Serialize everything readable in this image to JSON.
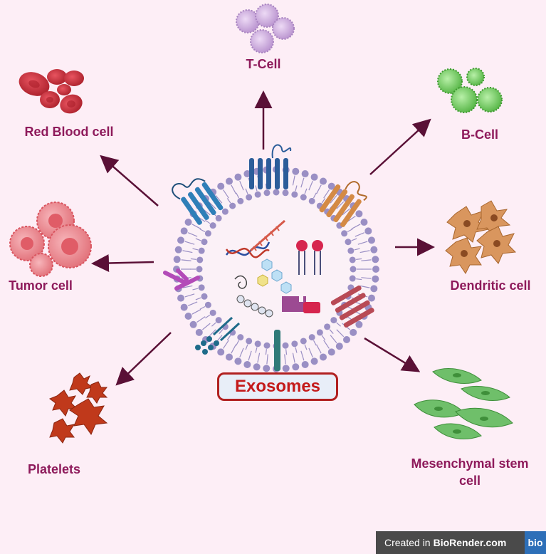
{
  "center": {
    "label": "Exosomes"
  },
  "targets": [
    {
      "id": "t-cell",
      "label": "T-Cell"
    },
    {
      "id": "b-cell",
      "label": "B-Cell"
    },
    {
      "id": "dendritic",
      "label": "Dendritic cell"
    },
    {
      "id": "msc",
      "label_line1": "Mesenchymal stem",
      "label_line2": "cell"
    },
    {
      "id": "platelets",
      "label": "Platelets"
    },
    {
      "id": "tumor",
      "label": "Tumor cell"
    },
    {
      "id": "rbc",
      "label": "Red Blood cell"
    }
  ],
  "credit": {
    "prefix": "Created in",
    "brand": "BioRender.com",
    "logo": "bio"
  },
  "colors": {
    "background": "#fdeef6",
    "label": "#8e1a5b",
    "arrow": "#5a1036",
    "membrane": "#9a8fc4",
    "exosome_label": "#c41a1a",
    "t_cell": "#c9a6dd",
    "b_cell": "#7ed56f",
    "dendritic": "#d9965e",
    "msc": "#6fbf6a",
    "platelet": "#c0391b",
    "tumor": "#ef8c93",
    "rbc": "#d32f3a"
  }
}
